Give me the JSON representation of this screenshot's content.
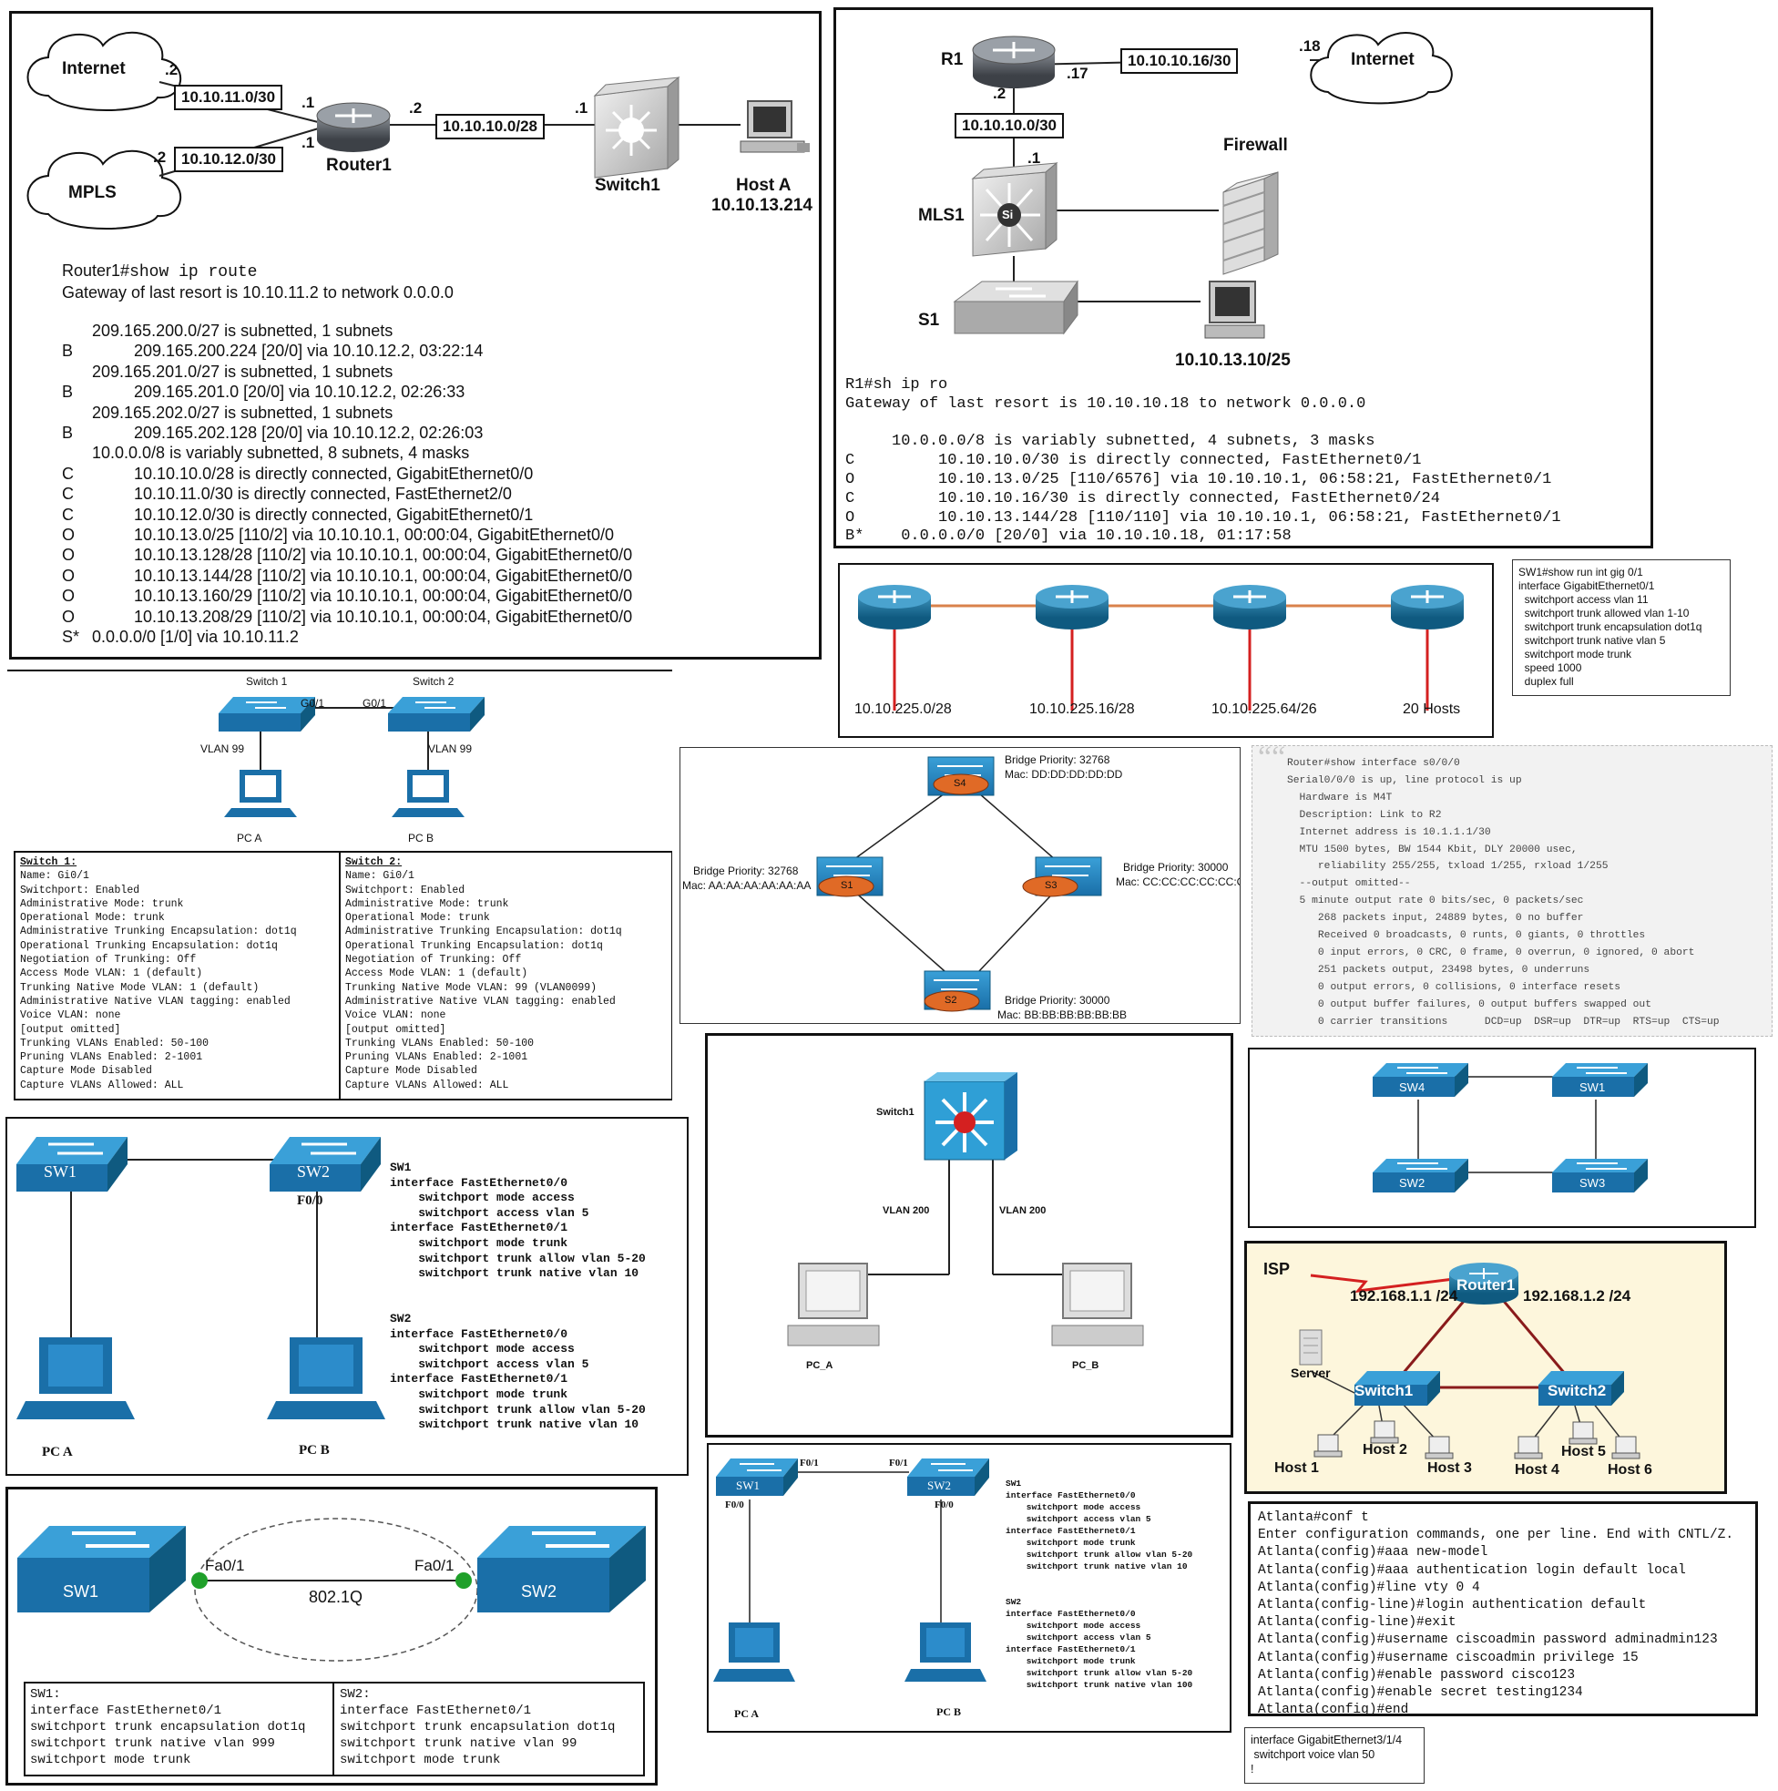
{
  "p1": {
    "internet": "Internet",
    "mpls": "MPLS",
    "router": "Router1",
    "switch": "Switch1",
    "host_name": "Host A",
    "host_ip": "10.10.13.214",
    "net1": "10.10.11.0/30",
    "net2": "10.10.12.0/30",
    "net3": "10.10.10.0/28",
    "d_inet": ".2",
    "d_mpls": ".2",
    "d_r1a": ".1",
    "d_r1b": ".1",
    "d_r1c": ".2",
    "d_sw": ".1",
    "cmd_prompt": "Router1#",
    "cmd": "show ip route",
    "gateway": "Gateway of last resort is 10.10.11.2 to network 0.0.0.0",
    "routes": [
      {
        "code": "",
        "text": "209.165.200.0/27 is subnetted, 1 subnets",
        "indent": 1
      },
      {
        "code": "B",
        "text": "209.165.200.224 [20/0] via 10.10.12.2, 03:22:14",
        "indent": 2
      },
      {
        "code": "",
        "text": "209.165.201.0/27 is subnetted, 1 subnets",
        "indent": 1
      },
      {
        "code": "B",
        "text": "209.165.201.0 [20/0] via 10.10.12.2, 02:26:33",
        "indent": 2
      },
      {
        "code": "",
        "text": "209.165.202.0/27 is subnetted, 1 subnets",
        "indent": 1
      },
      {
        "code": "B",
        "text": "209.165.202.128 [20/0] via 10.10.12.2, 02:26:03",
        "indent": 2
      },
      {
        "code": "",
        "text": "10.0.0.0/8 is variably subnetted, 8 subnets, 4 masks",
        "indent": 1
      },
      {
        "code": "C",
        "text": "10.10.10.0/28 is directly connected, GigabitEthernet0/0",
        "indent": 3
      },
      {
        "code": "C",
        "text": "10.10.11.0/30 is directly connected, FastEthernet2/0",
        "indent": 3
      },
      {
        "code": "C",
        "text": "10.10.12.0/30 is directly connected, GigabitEthernet0/1",
        "indent": 3
      },
      {
        "code": "O",
        "text": "10.10.13.0/25 [110/2] via 10.10.10.1, 00:00:04, GigabitEthernet0/0",
        "indent": 3
      },
      {
        "code": "O",
        "text": "10.10.13.128/28 [110/2] via 10.10.10.1, 00:00:04, GigabitEthernet0/0",
        "indent": 3
      },
      {
        "code": "O",
        "text": "10.10.13.144/28 [110/2] via 10.10.10.1, 00:00:04, GigabitEthernet0/0",
        "indent": 3
      },
      {
        "code": "O",
        "text": "10.10.13.160/29 [110/2] via 10.10.10.1, 00:00:04, GigabitEthernet0/0",
        "indent": 3
      },
      {
        "code": "O",
        "text": "10.10.13.208/29 [110/2] via 10.10.10.1, 00:00:04, GigabitEthernet0/0",
        "indent": 3
      },
      {
        "code": "S*",
        "text": "0.0.0.0/0 [1/0] via 10.10.11.2",
        "indent": 1
      }
    ]
  },
  "p2": {
    "r1": "R1",
    "internet": "Internet",
    "mls": "MLS1",
    "s1": "S1",
    "firewall": "Firewall",
    "host_ip": "10.10.13.10/25",
    "net_top": "10.10.10.16/30",
    "net_mid": "10.10.10.0/30",
    "d_18": ".18",
    "d_17": ".17",
    "d_2": ".2",
    "d_1": ".1",
    "si": "Si",
    "lines": [
      "R1#sh ip ro",
      "Gateway of last resort is 10.10.10.18 to network 0.0.0.0",
      "",
      "     10.0.0.0/8 is variably subnetted, 4 subnets, 3 masks",
      "C         10.10.10.0/30 is directly connected, FastEthernet0/1",
      "O         10.10.13.0/25 [110/6576] via 10.10.10.1, 06:58:21, FastEthernet0/1",
      "C         10.10.10.16/30 is directly connected, FastEthernet0/24",
      "O         10.10.13.144/28 [110/110] via 10.10.10.1, 06:58:21, FastEthernet0/1",
      "B*    0.0.0.0/0 [20/0] via 10.10.10.18, 01:17:58"
    ]
  },
  "p3": {
    "labels": [
      "10.10.225.0/28",
      "10.10.225.16/28",
      "10.10.225.64/26",
      "20 Hosts"
    ]
  },
  "p4": {
    "lines": [
      "SW1#show run int gig 0/1",
      "interface GigabitEthernet0/1",
      "  switchport access vlan 11",
      "  switchport trunk allowed vlan 1-10",
      "  switchport trunk encapsulation dot1q",
      "  switchport trunk native vlan 5",
      "  switchport mode trunk",
      "  speed 1000",
      "  duplex full"
    ]
  },
  "p5": {
    "sw1": "Switch 1",
    "sw2": "Switch 2",
    "g1": "G0/1",
    "g2": "G0/1",
    "vlan1": "VLAN 99",
    "vlan2": "VLAN 99",
    "pca": "PC A",
    "pcb": "PC B",
    "left": [
      "Switch 1:",
      "Name: Gi0/1",
      "Switchport: Enabled",
      "Administrative Mode: trunk",
      "Operational Mode: trunk",
      "Administrative Trunking Encapsulation: dot1q",
      "Operational Trunking Encapsulation: dot1q",
      "Negotiation of Trunking: Off",
      "Access Mode VLAN: 1 (default)",
      "Trunking Native Mode VLAN: 1 (default)",
      "Administrative Native VLAN tagging: enabled",
      "Voice VLAN: none",
      "[output omitted]",
      "Trunking VLANs Enabled: 50-100",
      "Pruning VLANs Enabled: 2-1001",
      "Capture Mode Disabled",
      "Capture VLANs Allowed: ALL"
    ],
    "right": [
      "Switch 2:",
      "Name: Gi0/1",
      "Switchport: Enabled",
      "Administrative Mode: trunk",
      "Operational Mode: trunk",
      "Administrative Trunking Encapsulation: dot1q",
      "Operational Trunking Encapsulation: dot1q",
      "Negotiation of Trunking: Off",
      "Access Mode VLAN: 1 (default)",
      "Trunking Native Mode VLAN: 99 (VLAN0099)",
      "Administrative Native VLAN tagging: enabled",
      "Voice VLAN: none",
      "[output omitted]",
      "Trunking VLANs Enabled: 50-100",
      "Pruning VLANs Enabled: 2-1001",
      "Capture Mode Disabled",
      "Capture VLANs Allowed: ALL"
    ]
  },
  "p6": {
    "s4_pri": "Bridge Priority: 32768",
    "s4_mac": "Mac: DD:DD:DD:DD:DD",
    "s1_pri": "Bridge Priority: 32768",
    "s1_mac": "Mac: AA:AA:AA:AA:AA:AA",
    "s3_pri": "Bridge Priority: 30000",
    "s3_mac": "Mac: CC:CC:CC:CC:CC:CC",
    "s2_pri": "Bridge Priority: 30000",
    "s2_mac": "Mac: BB:BB:BB:BB:BB:BB",
    "s1": "S1",
    "s2": "S2",
    "s3": "S3",
    "s4": "S4"
  },
  "p7": {
    "quote": "““",
    "lines": [
      "Router#show interface s0/0/0",
      "Serial0/0/0 is up, line protocol is up",
      "  Hardware is M4T",
      "  Description: Link to R2",
      "  Internet address is 10.1.1.1/30",
      "  MTU 1500 bytes, BW 1544 Kbit, DLY 20000 usec,",
      "     reliability 255/255, txload 1/255, rxload 1/255",
      "  --output omitted--",
      "  5 minute output rate 0 bits/sec, 0 packets/sec",
      "     268 packets input, 24889 bytes, 0 no buffer",
      "     Received 0 broadcasts, 0 runts, 0 giants, 0 throttles",
      "     0 input errors, 0 CRC, 0 frame, 0 overrun, 0 ignored, 0 abort",
      "     251 packets output, 23498 bytes, 0 underruns",
      "     0 output errors, 0 collisions, 0 interface resets",
      "     0 output buffer failures, 0 output buffers swapped out",
      "     0 carrier transitions      DCD=up  DSR=up  DTR=up  RTS=up  CTS=up"
    ]
  },
  "p8": {
    "sw1": "SW1",
    "sw2": "SW2",
    "f00": "F0/0",
    "pca": "PC A",
    "pcb": "PC B",
    "config": [
      "SW1",
      "interface FastEthernet0/0",
      "    switchport mode access",
      "    switchport access vlan 5",
      "interface FastEthernet0/1",
      "    switchport mode trunk",
      "    switchport trunk allow vlan 5-20",
      "    switchport trunk native vlan 10",
      "",
      "",
      "SW2",
      "interface FastEthernet0/0",
      "    switchport mode access",
      "    switchport access vlan 5",
      "interface FastEthernet0/1",
      "    switchport mode trunk",
      "    switchport trunk allow vlan 5-20",
      "    switchport trunk native vlan 10"
    ]
  },
  "p9": {
    "switch": "Switch1",
    "vlan_l": "VLAN 200",
    "vlan_r": "VLAN 200",
    "pca": "PC_A",
    "pcb": "PC_B"
  },
  "p10": {
    "sw4": "SW4",
    "sw1": "SW1",
    "sw2": "SW2",
    "sw3": "SW3"
  },
  "p11": {
    "sw1": "SW1",
    "sw2": "SW2",
    "fa1": "Fa0/1",
    "fa2": "Fa0/1",
    "link": "802.1Q",
    "left": [
      "SW1:",
      "interface FastEthernet0/1",
      "switchport trunk encapsulation dot1q",
      "switchport trunk native vlan 999",
      "switchport mode trunk"
    ],
    "right": [
      "SW2:",
      "interface FastEthernet0/1",
      "switchport trunk encapsulation dot1q",
      "switchport trunk native vlan 99",
      "switchport mode trunk"
    ]
  },
  "p12": {
    "sw1": "SW1",
    "sw2": "SW2",
    "f01a": "F0/1",
    "f01b": "F0/1",
    "f00a": "F0/0",
    "f00b": "F0/0",
    "pca": "PC A",
    "pcb": "PC B",
    "config": [
      "SW1",
      "interface FastEthernet0/0",
      "    switchport mode access",
      "    switchport access vlan 5",
      "interface FastEthernet0/1",
      "    switchport mode trunk",
      "    switchport trunk allow vlan 5-20",
      "    switchport trunk native vlan 10",
      "",
      "",
      "SW2",
      "interface FastEthernet0/0",
      "    switchport mode access",
      "    switchport access vlan 5",
      "interface FastEthernet0/1",
      "    switchport mode trunk",
      "    switchport trunk allow vlan 5-20",
      "    switchport trunk native vlan 100"
    ]
  },
  "p13": {
    "isp": "ISP",
    "router": "Router1",
    "ip_l": "192.168.1.1 /24",
    "ip_r": "192.168.1.2 /24",
    "server": "Server",
    "sw1": "Switch1",
    "sw2": "Switch2",
    "h1": "Host 1",
    "h2": "Host 2",
    "h3": "Host 3",
    "h4": "Host 4",
    "h5": "Host 5",
    "h6": "Host 6"
  },
  "p14": {
    "lines": [
      "Atlanta#conf t",
      "Enter configuration commands, one per line. End with CNTL/Z.",
      "Atlanta(config)#aaa new-model",
      "Atlanta(config)#aaa authentication login default local",
      "Atlanta(config)#line vty 0 4",
      "Atlanta(config-line)#login authentication default",
      "Atlanta(config-line)#exit",
      "Atlanta(config)#username ciscoadmin password adminadmin123",
      "Atlanta(config)#username ciscoadmin privilege 15",
      "Atlanta(config)#enable password cisco123",
      "Atlanta(config)#enable secret testing1234",
      "Atlanta(config)#end"
    ]
  },
  "p15": {
    "lines": [
      "interface GigabitEthernet3/1/4",
      " switchport voice vlan 50",
      "!"
    ]
  }
}
